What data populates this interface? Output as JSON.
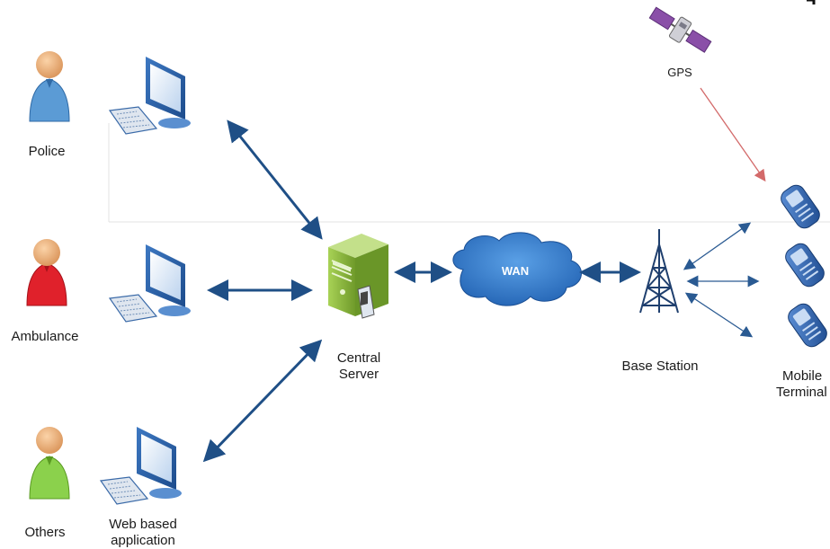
{
  "actors": {
    "police": "Police",
    "ambulance": "Ambulance",
    "others": "Others"
  },
  "web_app_label": [
    "Web based",
    "application"
  ],
  "server_label": [
    "Central",
    "Server"
  ],
  "wan_label": "WAN",
  "base_station_label": "Base Station",
  "gps_label": "GPS",
  "mobile_label": [
    "Mobile",
    "Terminal"
  ],
  "colors": {
    "arrow": "#1f4f86",
    "gps_arrow": "#d36a6a",
    "cloud": "#2f77cf",
    "police_body": "#5b9bd5",
    "ambulance_body": "#e0212b",
    "others_body": "#8bd14c",
    "server": "#8fbf3f"
  }
}
